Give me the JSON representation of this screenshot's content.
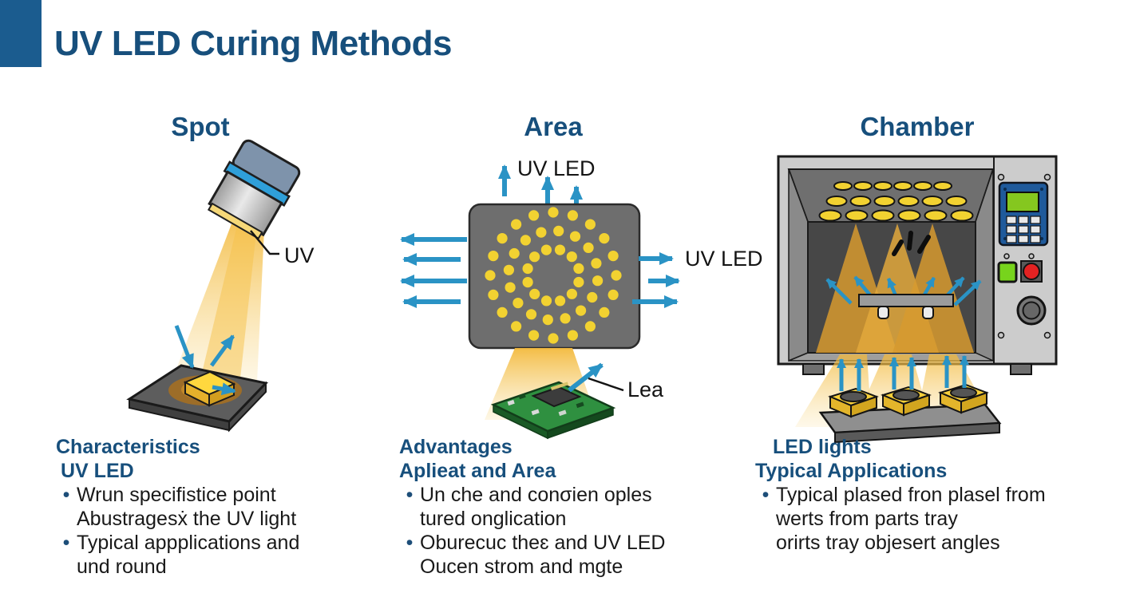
{
  "title": "UV LED Curing Methods",
  "colors": {
    "accent_bar": "#1b5c8f",
    "heading_blue": "#174f7c",
    "body_text": "#191919",
    "arrow_blue": "#2a93c5",
    "led_yellow": "#f2d231",
    "beam_yellow": "#f3b93c",
    "panel_gray": "#6e6e6e",
    "pcb_green": "#2f9040",
    "lcd_green": "#85c71f",
    "button_green": "#77d41c",
    "button_red": "#e42222"
  },
  "columns": [
    {
      "heading": "Spot",
      "label_uv": "UV",
      "subheading1": "Characteristics",
      "subheading2": "UV LED",
      "bullets": [
        {
          "lines": [
            "Wrun specifistice point",
            "Abustragesẋ the UV light"
          ]
        },
        {
          "lines": [
            "Typical appplications and",
            "und round"
          ]
        }
      ]
    },
    {
      "heading": "Area",
      "label_top": "UV LED",
      "label_right": "UV LED",
      "label_pcb": "Lea",
      "subheading1": "Advantages",
      "subheading2": "Aplieat and Area",
      "bullets": [
        {
          "lines": [
            "Un che and conσien oples",
            "tured onglication"
          ]
        },
        {
          "lines": [
            "Oburecuc theɛ and UV LED",
            "Oucen strom and mgte"
          ]
        }
      ]
    },
    {
      "heading": "Chamber",
      "subheading1": "LED lights",
      "subheading2": "Typical Applications",
      "bullets": [
        {
          "lines": [
            "Typical plased fron plasel from",
            "werts from parts tray",
            "orirts tray objesert angles"
          ]
        }
      ]
    }
  ]
}
